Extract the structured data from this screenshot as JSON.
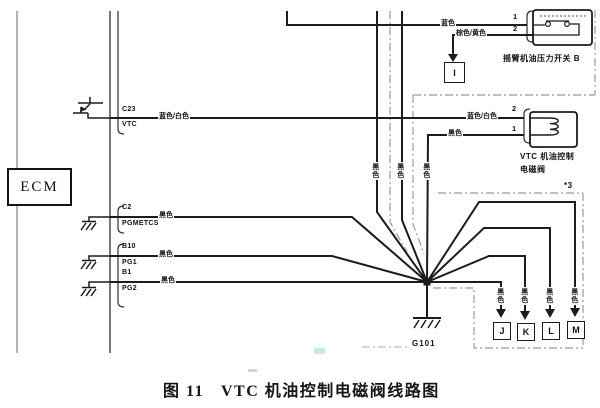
{
  "diagram": {
    "ecm_label": "ECM",
    "caption": {
      "figure_no": "图 11",
      "title": "VTC 机油控制电磁阀线路图"
    },
    "ecm_pins": {
      "c23": {
        "pin": "C23",
        "signal": "VTC"
      },
      "c2": {
        "pin": "C2",
        "signal": "PGMETCS"
      },
      "b10": {
        "pin": "B10",
        "signal": "PG1"
      },
      "b1": {
        "pin": "B1",
        "signal": "PG2"
      }
    },
    "wire_labels": {
      "c23_near_ecm": "蓝色/白色",
      "c23_near_solenoid": "蓝色/白色",
      "c2_black": "黑色",
      "b10_black": "黑色",
      "b1_black": "黑色",
      "solenoid_pin1_black": "黑色",
      "vertical_blacks": [
        "黑色",
        "黑色",
        "黑色"
      ],
      "switch_pin1_blue": "蓝色",
      "switch_pin2_brown_yellow": "棕色/黄色"
    },
    "pressure_switch": {
      "name": "摇臂机油压力开关 B",
      "pin1": "1",
      "pin2": "2"
    },
    "vtc_solenoid": {
      "name_line1": "VTC 机油控制",
      "name_line2": "电磁阀",
      "pin1": "1",
      "pin2": "2"
    },
    "connector_i": "I",
    "ground_label": "G101",
    "footnote": "*3",
    "ground_connectors": [
      {
        "id": "J",
        "wire": "黑色"
      },
      {
        "id": "K",
        "wire": "黑色"
      },
      {
        "id": "L",
        "wire": "黑色"
      },
      {
        "id": "M",
        "wire": "黑色"
      }
    ],
    "colors": {
      "wire": "#1c1c1c",
      "structure": "#8a8a8a",
      "boundary": "#9a9a9a",
      "artifact_teal": "#8fd8d2"
    }
  }
}
